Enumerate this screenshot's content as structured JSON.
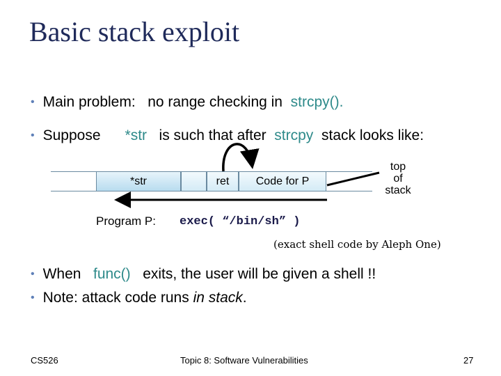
{
  "title": "Basic stack exploit",
  "bullets": {
    "b1_lead": "Main problem:",
    "b1_text": "no range checking in",
    "b1_code": "strcpy().",
    "b2_lead": "Suppose",
    "b2_var": "*str",
    "b2_text": "is such that after",
    "b2_code": "strcpy",
    "b2_tail": "stack looks like:"
  },
  "stack_diagram": {
    "cell_str": "*str",
    "cell_ret": "ret",
    "cell_code": "Code for P",
    "top_label_1": "top",
    "top_label_2": "of",
    "top_label_3": "stack",
    "program_label": "Program P:",
    "exec_code": "exec( “/bin/sh” )",
    "note": "(exact shell code by Aleph One)"
  },
  "bottom_bullets": {
    "b3_lead": "When",
    "b3_code": "func()",
    "b3_text": "exits,  the user will be given a shell  !!",
    "b4_lead": "Note:  attack code runs",
    "b4_italic": "in stack",
    "b4_end": "."
  },
  "footer": {
    "course": "CS526",
    "topic": "Topic 8: Software Vulnerabilities",
    "page": "27"
  }
}
